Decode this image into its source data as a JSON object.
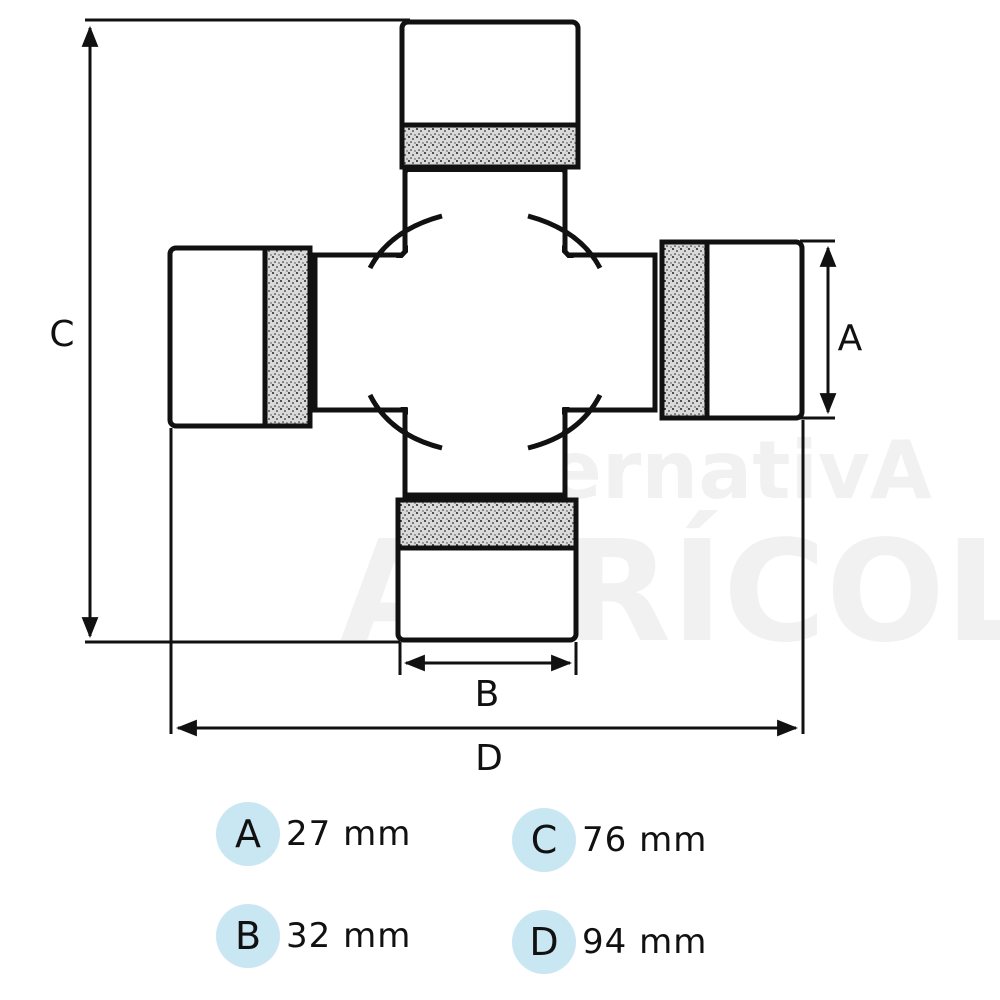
{
  "watermark": {
    "line1": "AlternativA",
    "line2": "AGRÍCOLA"
  },
  "dimensions": {
    "a": "A",
    "b": "B",
    "c": "C",
    "d": "D"
  },
  "legend": [
    {
      "letter": "A",
      "value": "27 mm"
    },
    {
      "letter": "B",
      "value": "32 mm"
    },
    {
      "letter": "C",
      "value": "76 mm"
    },
    {
      "letter": "D",
      "value": "94 mm"
    }
  ]
}
